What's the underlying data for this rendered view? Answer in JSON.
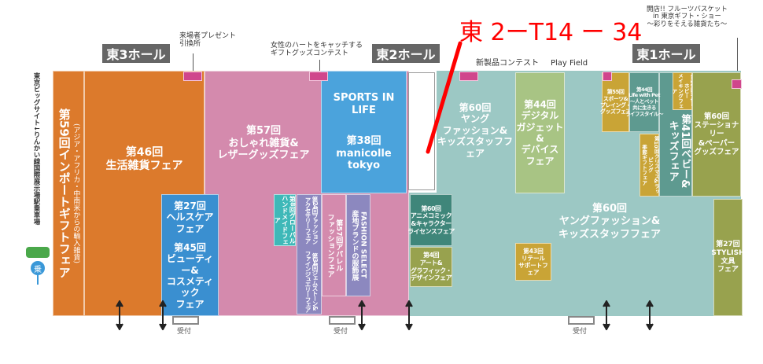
{
  "marker": {
    "label": "東 2ーT14 ー 34",
    "color": "#ff0000"
  },
  "halls": {
    "east3": "東3ホール",
    "east2": "東2ホール",
    "east1": "東1ホール"
  },
  "notes": {
    "present": "来場者プレゼント\n引換所",
    "heart": "女性のハートをキャッチする\nギフトグッズコンテスト",
    "new_product": "新製品コンテスト",
    "play_field": "Play Field",
    "fruit": "開店!! フルーツバスケット\nin 東京ギフト・ショー\n〜彩りをそえる雑貨たち〜"
  },
  "side_label": "東京ビッグサイト↓りんかい線国際展示場駅乗車場",
  "bus_stop_icon": "乗",
  "reception": "受付",
  "zones": {
    "import": {
      "title": "第59回インポートギフトフェア",
      "sub": "(アジア・アフリカ・中南米からの輸入雑貨)"
    },
    "living": "第46回\n生活雑貨フェア",
    "fashion_goods": "第57回\nおしゃれ雑貨&\nレザーグッズフェア",
    "sports": "SPORTS IN LIFE",
    "manicolle": "第38回\nmanicolle tokyo",
    "health": "第27回\nヘルスケア\nフェア",
    "beauty": "第45回\nビューティー&\nコスメティック\nフェア",
    "handmade": "第8回グローバル\nハンドメイドフェア",
    "accessory": "第24回ファッション\nアクセサリーフェア",
    "jewelry": "第34回ジェムストーン&\nファインジュエリーフェア",
    "apparel": "第57回アパレル\nファッションフェア",
    "fashion_select": "FASHION SELECT\n産地ブランドの服飾展",
    "young_east2": "第60回\nヤング\nファッション&\nキッズスタッフフェア",
    "anime": "第60回\nアニメコミック\n&キャラクター\nライセンスフェア",
    "art": "第4回\nアート&\nグラフィック・\nデザインフェア",
    "digital": "第44回\nデジタル\nガジェット&\nデバイス\nフェア",
    "sports_play": "第55回\nスポーツ&\nプレイング・\nグッズフェア",
    "pet": "第44回\nLife with Pet\n〜人とペット\n共に生きる\nライフスタイル〜",
    "xmas": "第10回クリスマス&ラッピング\n季節ギフトフェア",
    "baby": "第41回ベビー&\nキッズフェア",
    "hobby": "第10回手作りホビー\nメイキングフェア",
    "stationery": "第60回\nステーショナリー\n&ペーパー\nグッズフェア",
    "young_east1": "第60回\nヤングファッション&\nキッズスタッフフェア",
    "retail": "第43回\nリテール\nサポートフェア",
    "stylish": "第27回\nSTYLISH\n文具\nフェア"
  },
  "colors": {
    "orange": "#dc7a2c",
    "pink": "#d48aad",
    "blue": "#4ba3dc",
    "teal": "#9cc8c4",
    "green": "#a8c484",
    "gold": "#c9a436",
    "darkteal": "#5e9a90",
    "olive": "#98a24e",
    "purple": "#8c88bf",
    "cyan": "#3eb8b8"
  }
}
